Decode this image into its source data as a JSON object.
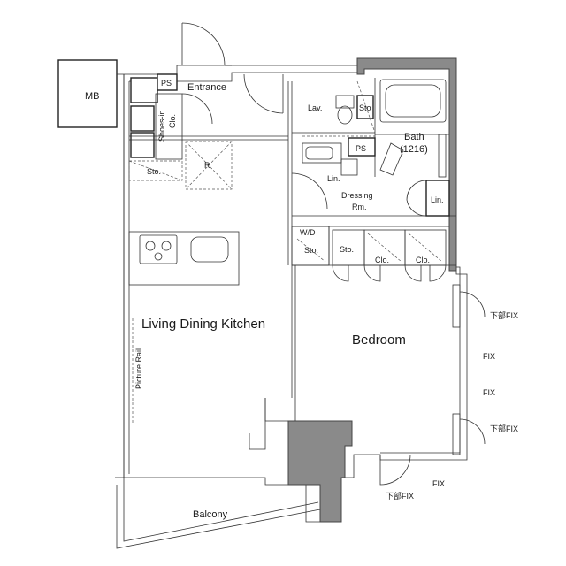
{
  "rooms": {
    "mb": "MB",
    "ps_top": "PS",
    "entrance": "Entrance",
    "shoes_in": "Shoes-in",
    "clo_vertical": "Clo.",
    "sto_left": "Sto.",
    "r": "R",
    "lav": "Lav.",
    "sto_lav": "Sto",
    "ps_bath": "PS",
    "bath": "Bath",
    "bath_size": "(1216)",
    "lin_small": "Lin.",
    "dressing": "Dressing",
    "dressing_rm": "Rm.",
    "lin_right": "Lin.",
    "wd": "W/D",
    "sto_wd": "Sto.",
    "sto_bed": "Sto.",
    "clo1": "Clo.",
    "clo2": "Clo.",
    "ldk": "Living Dining Kitchen",
    "picture_rail": "Picture Rail",
    "bedroom": "Bedroom",
    "balcony": "Balcony"
  },
  "windows": {
    "fix_lower_1": "下部FIX",
    "fix_1": "FIX",
    "fix_2": "FIX",
    "fix_lower_2": "下部FIX",
    "fix_bottom": "FIX",
    "fix_lower_bottom": "下部FIX"
  },
  "colors": {
    "wall_solid": "#8a8a8a",
    "line": "#222222"
  }
}
